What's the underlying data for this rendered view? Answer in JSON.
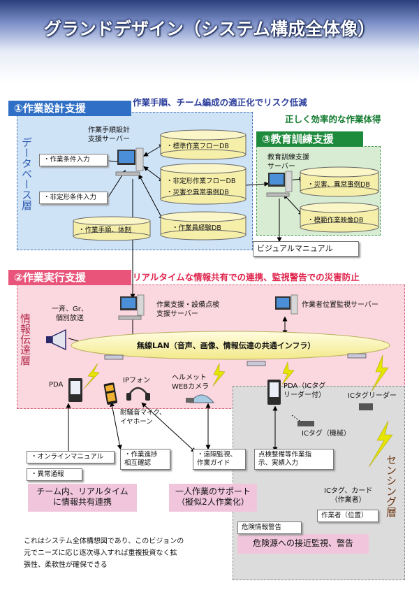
{
  "title": "グランドデザイン（システム構成全体像）",
  "sections": {
    "s1": {
      "title": "①作業設計支援",
      "tagline": "作業手順、チーム編成の適正化でリスク低減"
    },
    "s3": {
      "title": "③教育訓練支援",
      "tagline": "正しく効率的な作業体得"
    },
    "s2": {
      "title": "②作業実行支援",
      "tagline": "リアルタイムな情報共有での連携、監視警告での災害防止"
    }
  },
  "layers": {
    "database": "データベース層",
    "network": "情報伝達層",
    "sensing": "センシング層"
  },
  "design": {
    "server": "作業手順設計\n支援サーバー",
    "inputs": [
      "・作業条件入力",
      "・非定形条件入力"
    ],
    "dbs": [
      "・標準作業フローDB",
      "・非定形作業フローDB",
      "・災害や異常事例DB",
      "・作業手順、体制",
      "・作業員経験DB"
    ]
  },
  "training": {
    "server": "教育訓練支援\nサーバー",
    "dbs": [
      "・災害、異常事例DB",
      "・模範作業映像DB"
    ],
    "output": "ビジュアルマニュアル"
  },
  "execution": {
    "broadcast": "一斉、Gr、\n個別放送",
    "support_server": "作業支援・設備点検\n支援サーバー",
    "position_server": "作業者位置監視サーバー",
    "wlan": "無線LAN（音声、画像、情報伝達の共通インフラ）",
    "pda": "PDA",
    "ip_phone": "IPフォン",
    "helmet_camera": "ヘルメット\nWEBカメラ",
    "pda_ic": "PDA（ICタグ\nリーダー付）",
    "ic_reader": "ICタグリーダー",
    "headset": "耐騒音マイク、\nイヤホーン",
    "ic_machine": "ICタグ（機械）"
  },
  "functions": [
    "・オンラインマニュアル",
    "・異常通報",
    "・作業進捗\n相互確認",
    "・遠隔監視、\n作業ガイド",
    "点検整備等作業指\n示、実績入力"
  ],
  "notes": [
    "チーム内、リアルタイム\nに情報共有連携",
    "一人作業のサポート\n（擬似2人作業化）",
    "危険源への接近監視、警告"
  ],
  "sensing": {
    "ic_card": "ICタグ、カード\n（作業者）",
    "worker_position": "作業者（位置）",
    "danger_info": "危険情報警告"
  },
  "caption": "これはシステム全体構想図であり、このビジョンの\n元でニーズに応じ逐次導入すれば重複投資なく拡\n張性、柔軟性が確保できる",
  "colors": {
    "title_blue": "#2b3f7d",
    "panel_blue": "#cfe3f7",
    "panel_pink": "#fbd7df",
    "panel_gray": "#dcdcdc",
    "green": "#1e8a3c",
    "red_accent": "#e0244c",
    "db_yellow": "#f6efaa",
    "lightning": "#e5e500"
  }
}
